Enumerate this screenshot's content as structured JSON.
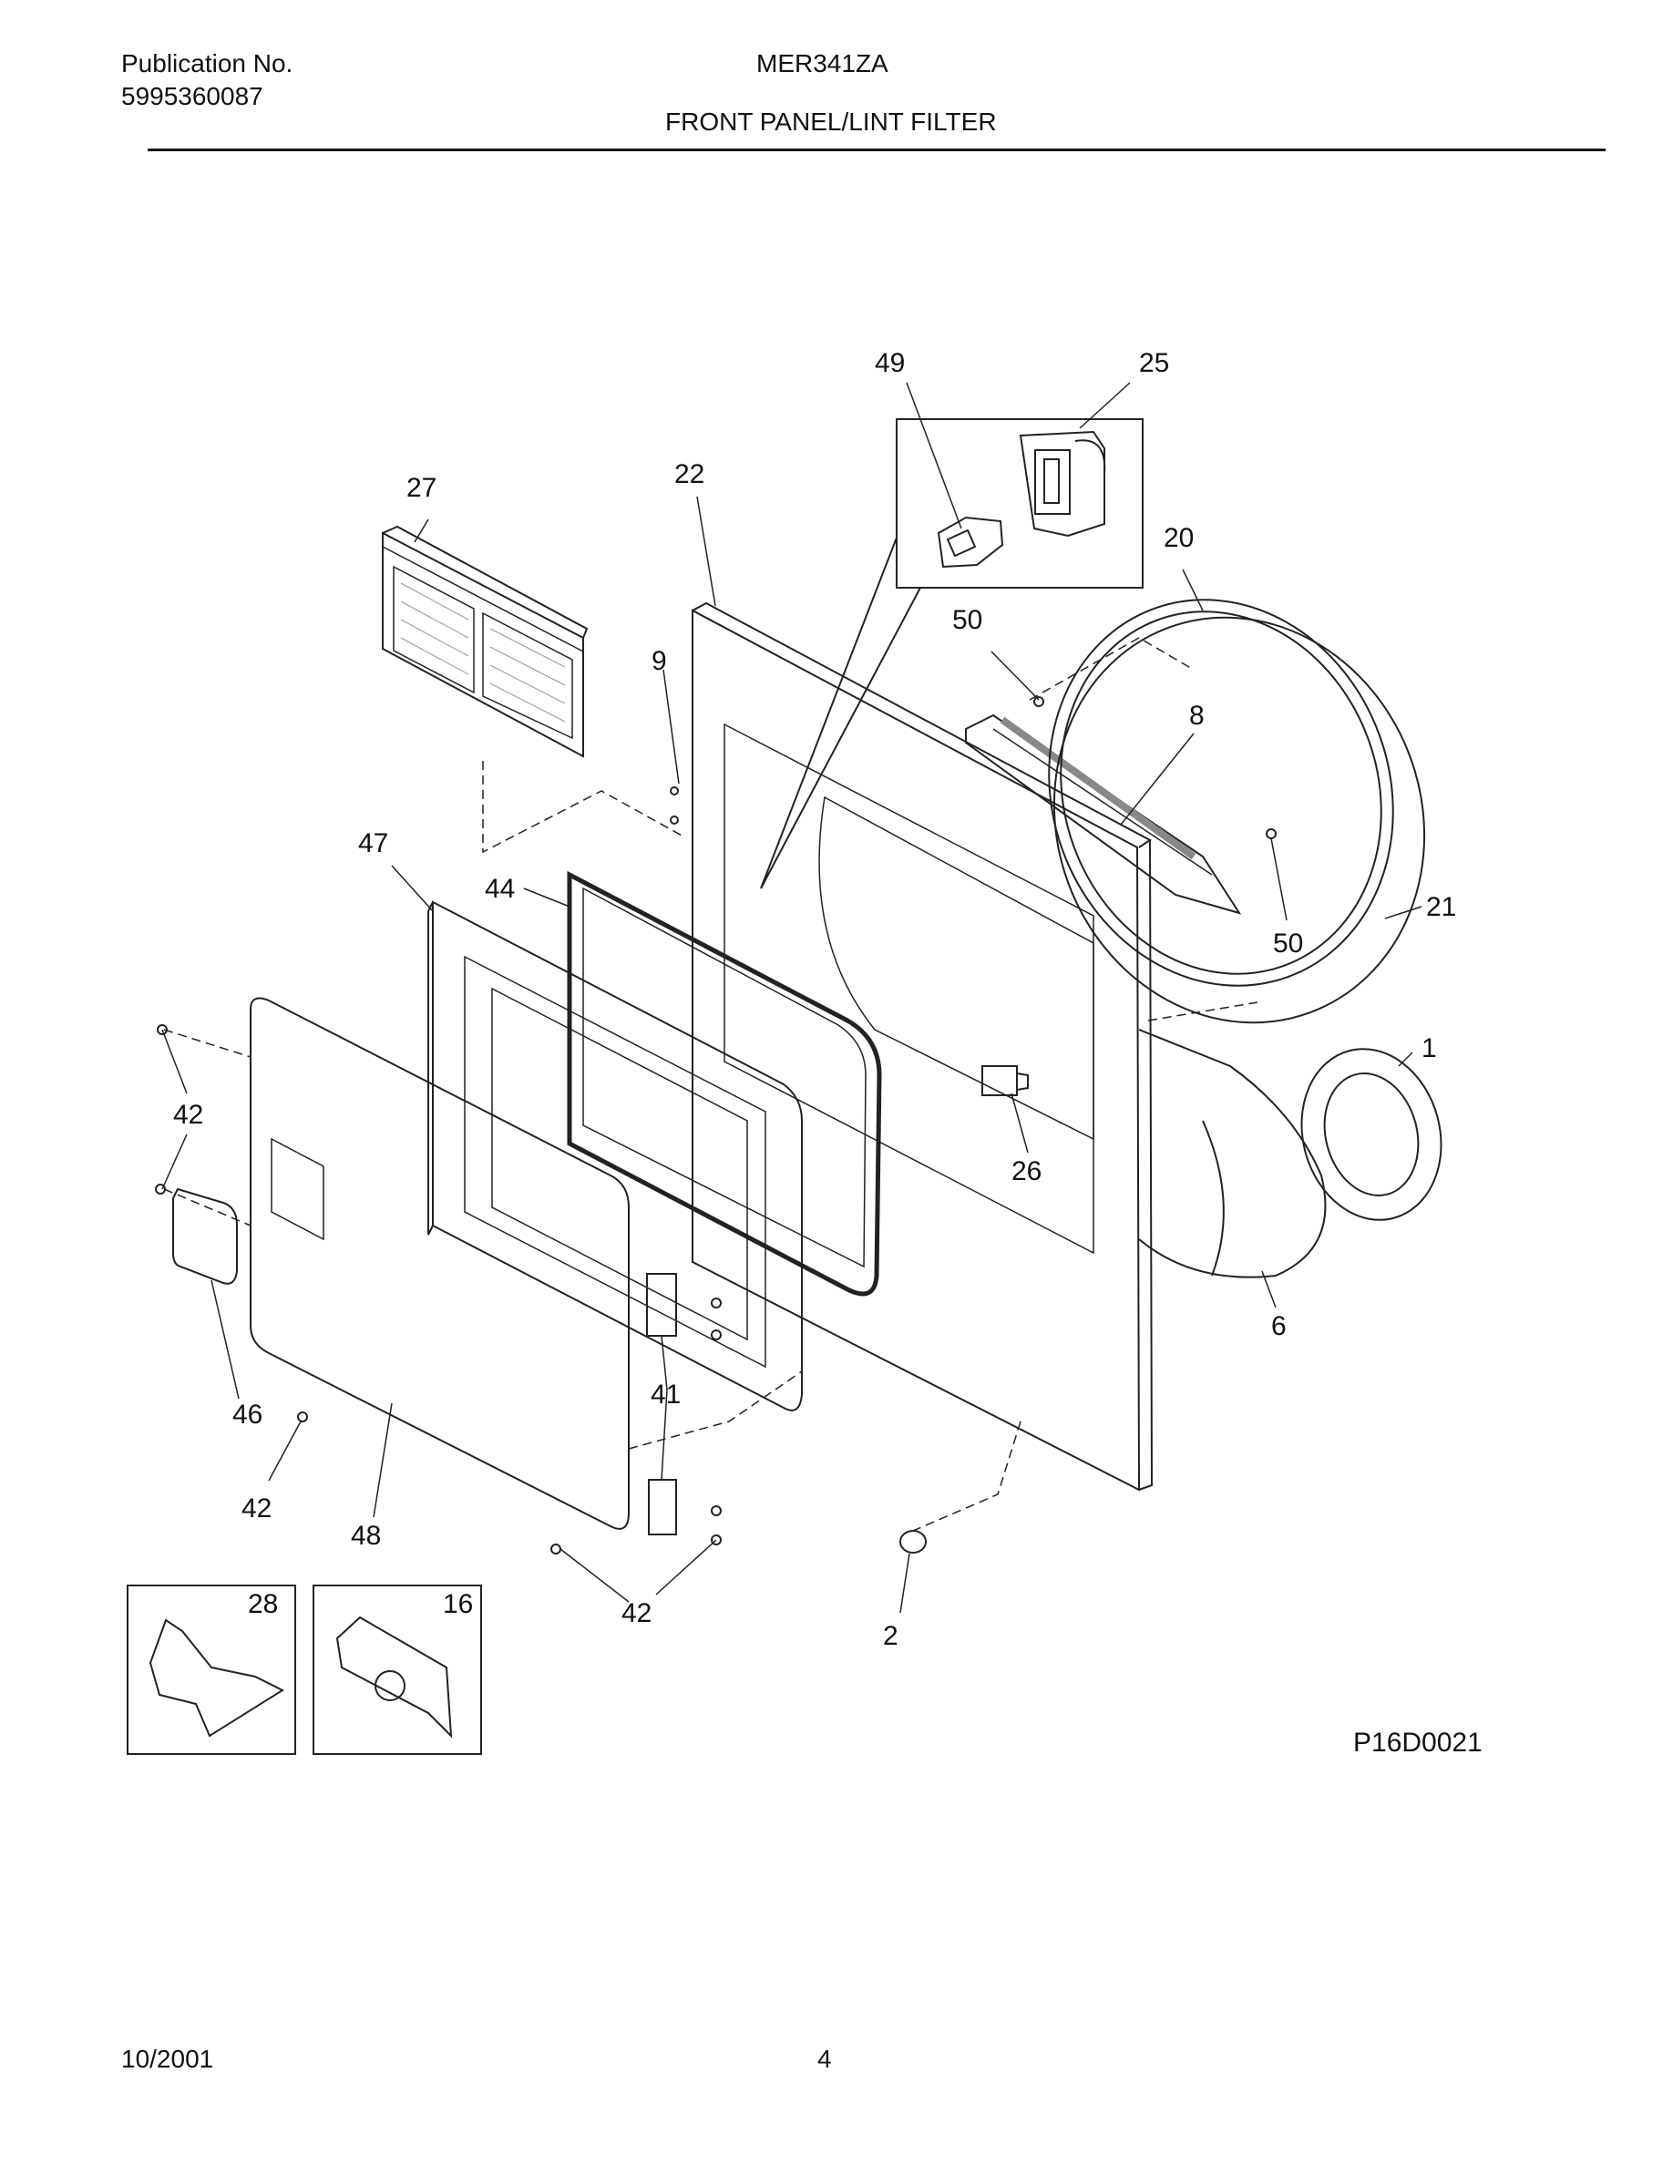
{
  "header": {
    "publication_label": "Publication No.",
    "publication_number": "5995360087",
    "model": "MER341ZA",
    "section_title": "FRONT PANEL/LINT FILTER"
  },
  "callouts": {
    "c49": "49",
    "c25": "25",
    "c27": "27",
    "c22": "22",
    "c20": "20",
    "c50a": "50",
    "c9": "9",
    "c8": "8",
    "c47": "47",
    "c44": "44",
    "c21": "21",
    "c50b": "50",
    "c1": "1",
    "c42a": "42",
    "c26": "26",
    "c6": "6",
    "c46": "46",
    "c41": "41",
    "c42b": "42",
    "c48": "48",
    "c42c": "42",
    "c2": "2",
    "c28": "28",
    "c16": "16"
  },
  "figure_id": "P16D0021",
  "footer": {
    "date": "10/2001",
    "page": "4"
  }
}
